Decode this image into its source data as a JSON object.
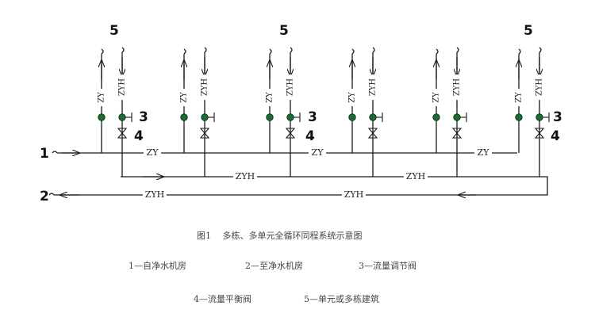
{
  "diagram": {
    "callouts": {
      "inlet": "1",
      "return": "2",
      "flow_valve": "3",
      "balance_valve": "4",
      "building": "5"
    },
    "pipe_labels": {
      "supply": "ZY",
      "return": "ZYH"
    }
  },
  "caption": {
    "title": "图1　 多栋、多单元全循环同程系统示意图",
    "legend": [
      "1—自净水机房",
      "2—至净水机房",
      "3—流量调节阀",
      "4—流量平衡阀",
      "5—单元或多栋建筑"
    ]
  }
}
